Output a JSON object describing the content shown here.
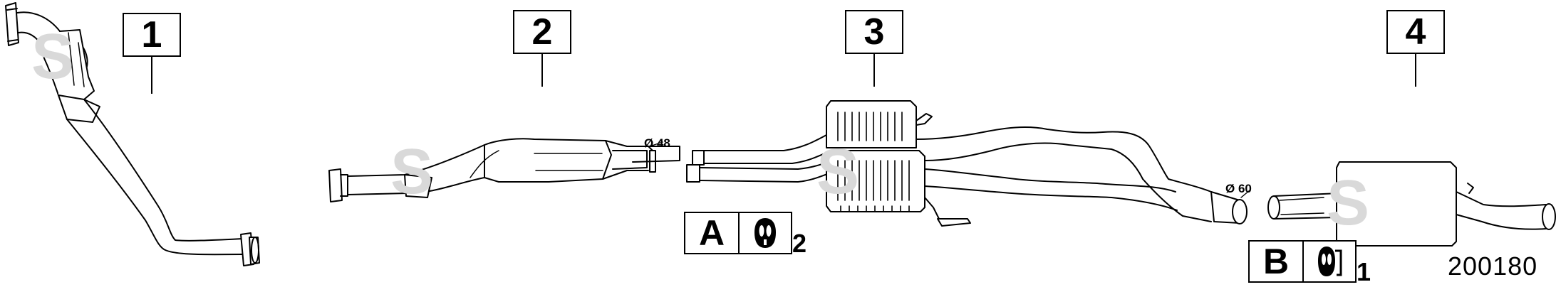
{
  "callouts": {
    "one": "1",
    "two": "2",
    "three": "3",
    "four": "4"
  },
  "legend_a": {
    "letter": "A",
    "qty": "2",
    "icon": "rubber-hanger-icon"
  },
  "legend_b": {
    "letter": "B",
    "qty": "1",
    "icon": "rubber-hanger-icon"
  },
  "diameters": {
    "pipe_2": "Ø 48",
    "pipe_3": "Ø 60"
  },
  "document_number": "200180",
  "colors": {
    "line": "#000000",
    "background": "#ffffff",
    "watermark": "#d6d6d6"
  }
}
